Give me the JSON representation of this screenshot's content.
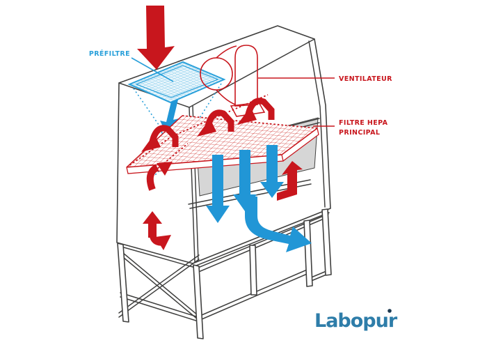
{
  "labels": {
    "prefiltre": "PRÉFILTRE",
    "ventilateur": "VENTILATEUR",
    "filtre_hepa_line1": "FILTRE HEPA",
    "filtre_hepa_line2": "PRINCIPAL"
  },
  "logo": {
    "text": "Labopur"
  },
  "colors": {
    "red": "#C8161D",
    "blue": "#2196D6",
    "label_blue": "#29A0DA",
    "mesh_blue": "#6FC2E6",
    "mesh_bg": "#EAF6FC",
    "hepa_line": "#D2403B",
    "outline": "#3F3F3E",
    "wall_gray": "#D6D6D6",
    "logo_blue": "#2E7DA9",
    "logo_dot": "#1C3850",
    "background": "#FFFFFF"
  },
  "icons": [
    {
      "name": "air-intake-arrow-down",
      "color": "red"
    },
    {
      "name": "prefilter-funnel-arrow-down",
      "color": "blue"
    },
    {
      "name": "filtered-air-arrow-1-down",
      "color": "blue"
    },
    {
      "name": "filtered-air-arrow-2-down",
      "color": "blue"
    },
    {
      "name": "filtered-air-arrow-3-down",
      "color": "blue"
    },
    {
      "name": "exhaust-air-bent-arrow",
      "color": "blue"
    },
    {
      "name": "filter-arch-arrow-1",
      "color": "red"
    },
    {
      "name": "filter-arch-arrow-2",
      "color": "red"
    },
    {
      "name": "filter-arch-arrow-3",
      "color": "red"
    },
    {
      "name": "filter-edge-curl-arrow",
      "color": "red"
    },
    {
      "name": "front-intake-swirl-arrow",
      "color": "red"
    },
    {
      "name": "chamber-up-arrow",
      "color": "red"
    }
  ]
}
